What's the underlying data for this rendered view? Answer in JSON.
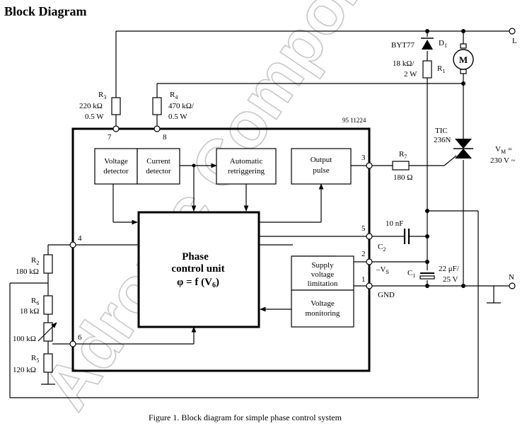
{
  "title": "Block Diagram",
  "figure_code": "95 11224",
  "caption": "Figure 1.  Block diagram for simple phase control system",
  "watermark": "Adronic Components",
  "blocks": {
    "voltage_detector": [
      "Voltage",
      "detector"
    ],
    "current_detector": [
      "Current",
      "detector"
    ],
    "automatic_retriggering": [
      "Automatic",
      "retriggering"
    ],
    "output_pulse": [
      "Output",
      "pulse"
    ],
    "phase_control_unit": [
      "Phase",
      "control unit",
      "φ = f (V",
      "6",
      ")"
    ],
    "supply_voltage_limitation": [
      "Supply",
      "voltage",
      "limitation"
    ],
    "voltage_monitoring": [
      "Voltage",
      "monitoring"
    ]
  },
  "pins": [
    "7",
    "8",
    "3",
    "5",
    "2",
    "1",
    "4",
    "6"
  ],
  "components": {
    "r3": {
      "name": "R",
      "sub": "3",
      "value": "220 kΩ",
      "power": "0.5 W"
    },
    "r4": {
      "name": "R",
      "sub": "4",
      "value": "470 kΩ/",
      "power": "0.5 W"
    },
    "d1": {
      "part": "BYT77",
      "name": "D",
      "sub": "1"
    },
    "r1": {
      "name": "R",
      "sub": "1",
      "value": "18 kΩ/",
      "power": "2 W"
    },
    "motor": {
      "symbol": "M"
    },
    "tic": {
      "line1": "TIC",
      "line2": "236N"
    },
    "vm": {
      "name": "V",
      "sub": "M",
      "eq": " =",
      "value": "230 V ~"
    },
    "r7": {
      "name": "R",
      "sub": "7",
      "value": "180 Ω"
    },
    "c2": {
      "name": "C",
      "sub": "2",
      "value": "10 nF"
    },
    "vs": {
      "text": "–V",
      "sub": "S"
    },
    "c1": {
      "name": "C",
      "sub": "1",
      "value": "22 μF/",
      "voltage": "25 V"
    },
    "gnd": "GND",
    "r2": {
      "name": "R",
      "sub": "2",
      "value": "180 kΩ"
    },
    "r6": {
      "name": "R",
      "sub": "6",
      "value": "18 kΩ"
    },
    "pot": {
      "value": "100 kΩ"
    },
    "r5": {
      "name": "R",
      "sub": "5",
      "value": "120 kΩ"
    },
    "terminal_l": "L",
    "terminal_n": "N"
  }
}
